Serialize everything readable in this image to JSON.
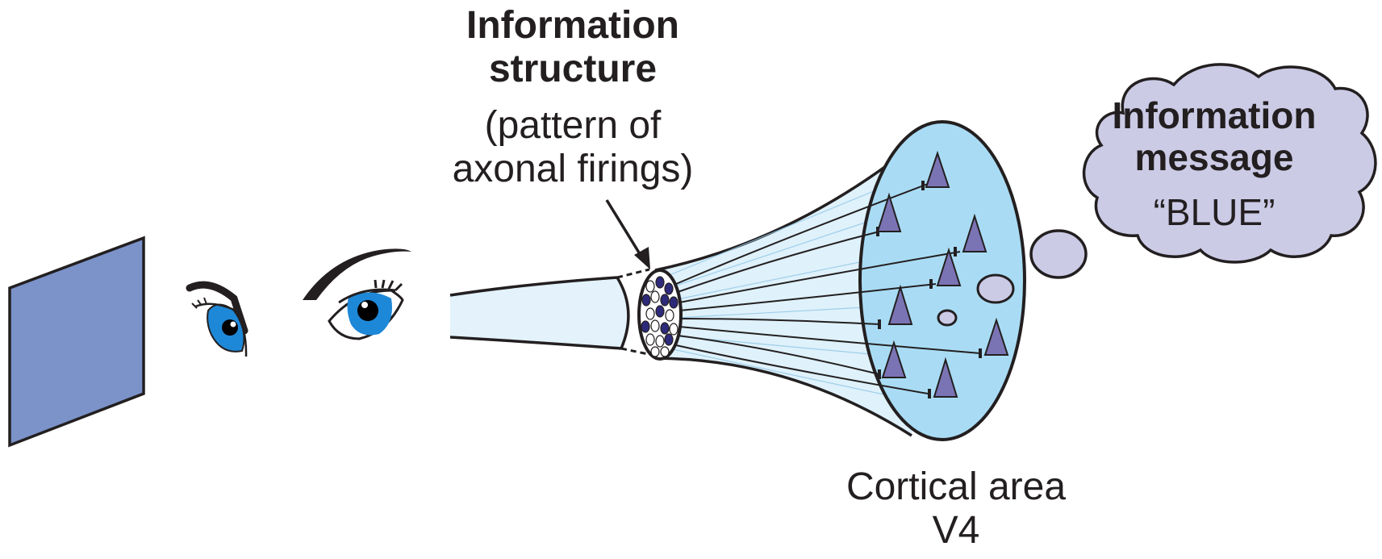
{
  "labels": {
    "structure_title": [
      "Information",
      "structure"
    ],
    "structure_subtitle": [
      "(pattern of",
      "axonal firings)"
    ],
    "cortex": [
      "Cortical area",
      "V4"
    ],
    "message_title": [
      "Information",
      "message"
    ],
    "message_word": "“BLUE”"
  },
  "colors": {
    "stimulus_square": "#7b93c9",
    "eye_iris": "#1e88d8",
    "nerve_fill": "#e3f2fb",
    "cortex_fill": "#a9dcf4",
    "neuron": "#7b74b4",
    "thought_cloud": "#cccbe6",
    "active_axon": "#2e2a7a",
    "outline": "#231f20"
  },
  "icons": {
    "stimulus": "blue-square-icon",
    "eyes": "eye-icon",
    "neurons": "pyramidal-neuron-icon",
    "thought": "thought-cloud-icon"
  }
}
